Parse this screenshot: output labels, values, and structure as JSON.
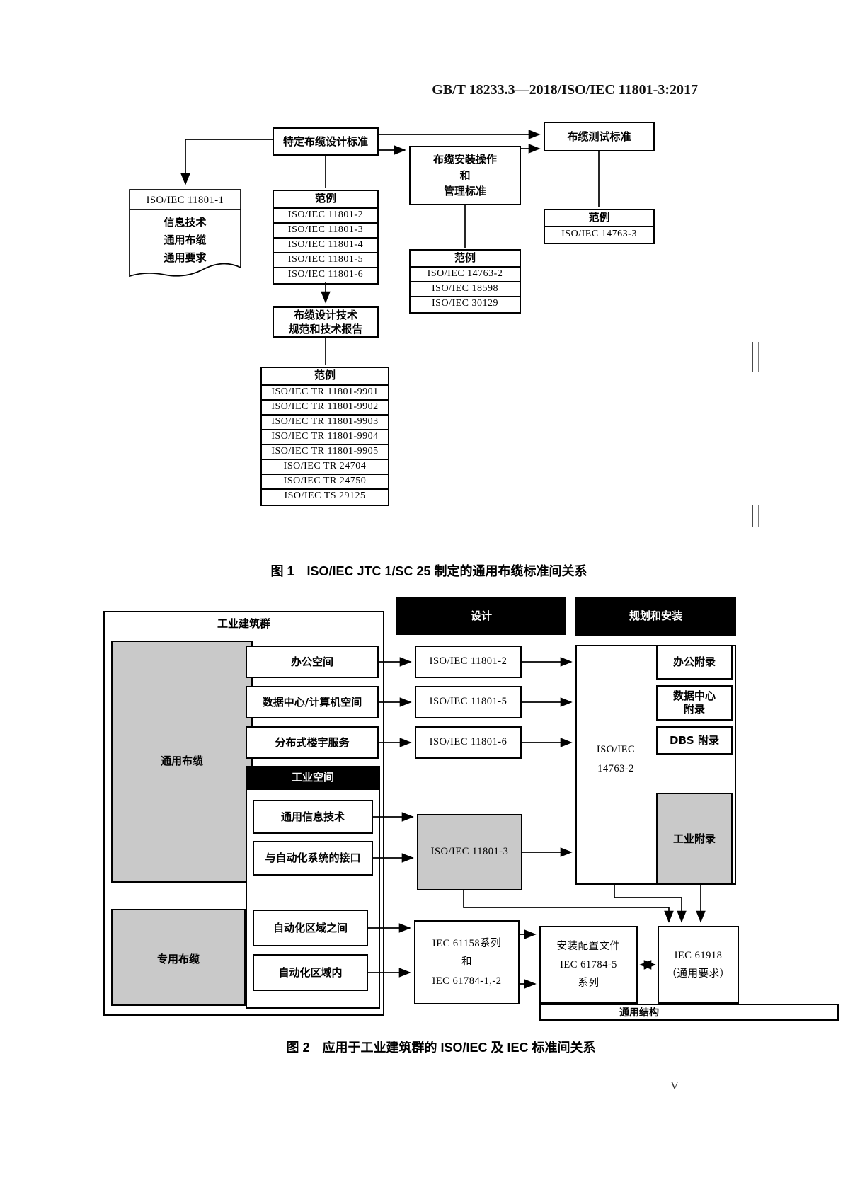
{
  "header": {
    "title": "GB/T 18233.3—2018/ISO/IEC 11801-3:2017"
  },
  "page_number": "V",
  "colors": {
    "gray_fill": "#c9c9c9",
    "bar_bg": "#000000",
    "line": "#000000"
  },
  "fig1": {
    "caption": "图 1　ISO/IEC JTC 1/SC 25 制定的通用布缆标准间关系",
    "design_standard": "特定布缆设计标准",
    "test_standard": "布缆测试标准",
    "install_standard": "布缆安装操作\n和\n管理标准",
    "doc_code": "ISO/IEC 11801-1",
    "doc_body": "信息技术\n通用布缆\n通用要求",
    "tech_spec": "布缆设计技术\n规范和技术报告",
    "example_header": "范例",
    "examples_design": [
      "ISO/IEC 11801-2",
      "ISO/IEC 11801-3",
      "ISO/IEC 11801-4",
      "ISO/IEC 11801-5",
      "ISO/IEC 11801-6"
    ],
    "examples_test": [
      "ISO/IEC 14763-3"
    ],
    "examples_install": [
      "ISO/IEC 14763-2",
      "ISO/IEC 18598",
      "ISO/IEC 30129"
    ],
    "examples_tr": [
      "ISO/IEC TR 11801-9901",
      "ISO/IEC TR 11801-9902",
      "ISO/IEC TR 11801-9903",
      "ISO/IEC TR 11801-9904",
      "ISO/IEC TR 11801-9905",
      "ISO/IEC TR 24704",
      "ISO/IEC TR 24750",
      "ISO/IEC TS 29125"
    ]
  },
  "fig2": {
    "caption": "图 2　应用于工业建筑群的 ISO/IEC 及 IEC 标准间关系",
    "left": {
      "title": "工业建筑群",
      "generic_cabling": "通用布缆",
      "dedicated_cabling": "专用布缆",
      "office": "办公空间",
      "datacenter": "数据中心/计算机空间",
      "dbs": "分布式楼宇服务",
      "industrial_header": "工业空间",
      "generic_it": "通用信息技术",
      "automation_interface": "与自动化系统的接口",
      "between_areas": "自动化区域之间",
      "within_areas": "自动化区域内"
    },
    "middle": {
      "header": "设计",
      "std2": "ISO/IEC 11801-2",
      "std5": "ISO/IEC 11801-5",
      "std6": "ISO/IEC 11801-6",
      "std3": "ISO/IEC 11801-3",
      "fieldbus": "IEC 61158系列\n和\nIEC 61784-1,-2"
    },
    "right": {
      "header": "规划和安装",
      "iso14763": "ISO/IEC\n14763-2",
      "office_annex": "办公附录",
      "dc_annex": "数据中心\n附录",
      "dbs_annex": "DBS 附录",
      "industrial_annex": "工业附录",
      "install_profiles": "安装配置文件\nIEC 61784-5\n系列",
      "iec61918": "IEC 61918\n（通用要求）",
      "generic_structure": "通用结构"
    }
  }
}
